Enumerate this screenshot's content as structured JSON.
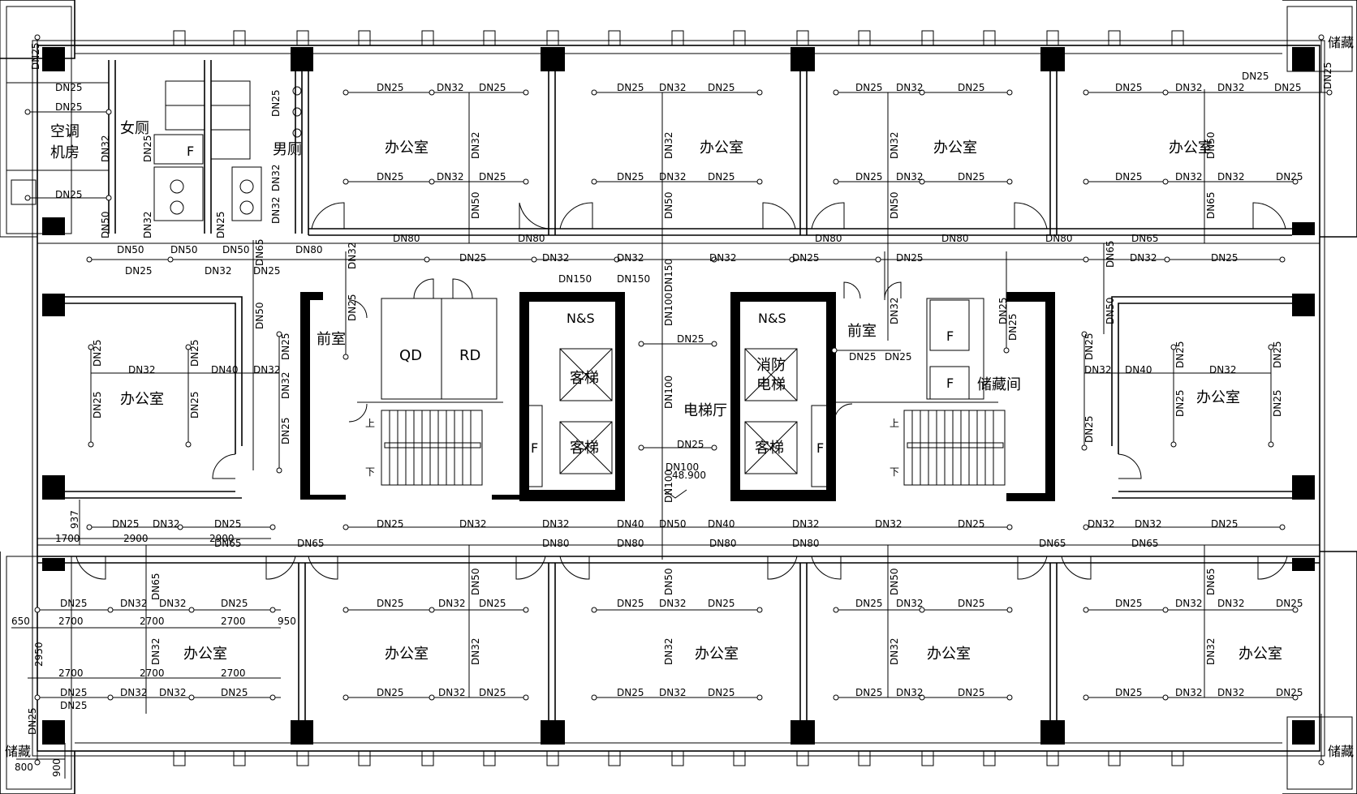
{
  "rooms": {
    "office": "办公室",
    "ac_room_line1": "空调",
    "ac_room_line2": "机房",
    "women_wc": "女厕",
    "men_wc": "男厕",
    "anteroom": "前室",
    "elevator_hall": "电梯厅",
    "passenger_elevator": "客梯",
    "fire_elev_line1": "消防",
    "fire_elev_line2": "电梯",
    "storage_room": "储藏间",
    "storage": "储藏",
    "up": "上",
    "down": "下"
  },
  "tags": {
    "qd": "QD",
    "rd": "RD",
    "ns": "N&S",
    "f": "F",
    "elevation": "48.900"
  },
  "pipes": {
    "dn25": "DN25",
    "dn32": "DN32",
    "dn40": "DN40",
    "dn50": "DN50",
    "dn65": "DN65",
    "dn80": "DN80",
    "dn100": "DN100",
    "dn150": "DN150"
  },
  "dims": {
    "d937": "937",
    "d1700": "1700",
    "d2900": "2900",
    "d650": "650",
    "d2700": "2700",
    "d950": "950",
    "d2950": "2950",
    "d800": "800",
    "d900": "900"
  }
}
